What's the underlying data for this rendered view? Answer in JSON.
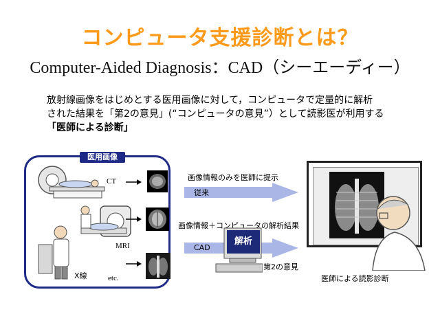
{
  "title": {
    "japanese": "コンピュータ支援診断とは？",
    "english": "Computer-Aided Diagnosis：CAD（シーエーディー）"
  },
  "description": {
    "line1": "放射線画像をはじめとする医用画像に対して，コンピュータで定量的に解析",
    "line2": "された結果を「第2の意見」(“コンピュータの意見”）として読影医が利用する",
    "line3": "「医師による診断」"
  },
  "panel": {
    "title": "医用画像",
    "ct_label": "CT",
    "mri_label": "MRI",
    "xray_label": "X線",
    "etc_label": "etc."
  },
  "flow": {
    "top_caption": "画像情報のみを医師に提示",
    "top_arrow_label": "従来",
    "bottom_caption": "画像情報＋コンピュータの解析結果",
    "bottom_arrow_label": "CAD",
    "analysis_label": "解析",
    "second_opinion_label": "第2の意見",
    "doctor_caption": "医師による読影診断"
  },
  "colors": {
    "title_orange": "#ff9a1a",
    "panel_navy": "#1f2a86",
    "arrow_blue": "#a9b6e6"
  },
  "icons": [
    "ct-scanner-icon",
    "mri-scanner-icon",
    "xray-stand-icon",
    "computer-icon",
    "doctor-icon",
    "arrow-icon"
  ]
}
